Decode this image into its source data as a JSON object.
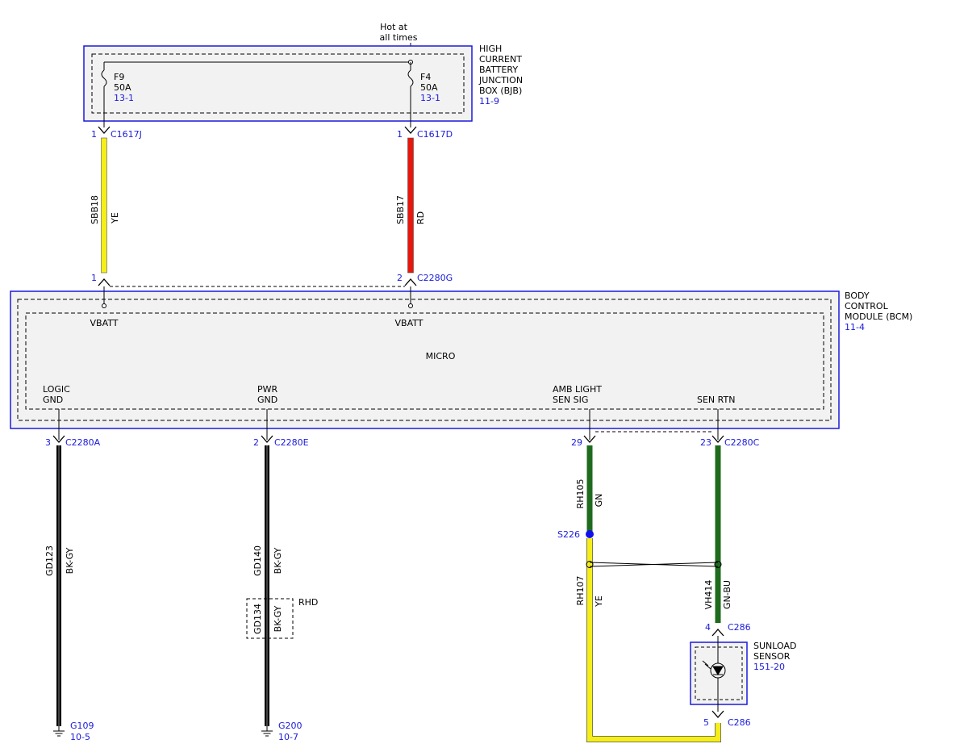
{
  "hot_at": [
    "Hot at",
    "all times"
  ],
  "bjb": {
    "label": [
      "HIGH",
      "CURRENT",
      "BATTERY",
      "JUNCTION",
      "BOX (BJB)"
    ],
    "ref": "11-9",
    "fuse_left": {
      "name": "F9",
      "rating": "50A",
      "ref": "13-1"
    },
    "fuse_right": {
      "name": "F4",
      "rating": "50A",
      "ref": "13-1"
    }
  },
  "bcm": {
    "label": [
      "BODY",
      "CONTROL",
      "MODULE (BCM)"
    ],
    "ref": "11-4",
    "micro": "MICRO",
    "vbatt_left": "VBATT",
    "vbatt_right": "VBATT",
    "pins": {
      "logic_gnd": [
        "LOGIC",
        "GND"
      ],
      "pwr_gnd": [
        "PWR",
        "GND"
      ],
      "amb_light": [
        "AMB LIGHT",
        "SEN SIG"
      ],
      "sen_rtn": "SEN RTN"
    }
  },
  "connectors": {
    "c1617j": {
      "pin": "1",
      "name": "C1617J"
    },
    "c1617d": {
      "pin": "1",
      "name": "C1617D"
    },
    "c2280g_left_pin": "1",
    "c2280g": {
      "pin": "2",
      "name": "C2280G"
    },
    "c2280a": {
      "pin": "3",
      "name": "C2280A"
    },
    "c2280e": {
      "pin": "2",
      "name": "C2280E"
    },
    "c2280c_left_pin": "29",
    "c2280c": {
      "pin": "23",
      "name": "C2280C"
    },
    "c286_top": {
      "pin": "4",
      "name": "C286"
    },
    "c286_bottom": {
      "pin": "5",
      "name": "C286"
    }
  },
  "wires": {
    "sbb18": {
      "circuit": "SBB18",
      "color": "YE"
    },
    "sbb17": {
      "circuit": "SBB17",
      "color": "RD"
    },
    "gd123": {
      "circuit": "GD123",
      "color": "BK-GY"
    },
    "gd140": {
      "circuit": "GD140",
      "color": "BK-GY"
    },
    "gd134": {
      "circuit": "GD134",
      "color": "BK-GY"
    },
    "rh105": {
      "circuit": "RH105",
      "color": "GN"
    },
    "rh107": {
      "circuit": "RH107",
      "color": "YE"
    },
    "vh414": {
      "circuit": "VH414",
      "color": "GN-BU"
    }
  },
  "rhd": "RHD",
  "splice": "S226",
  "grounds": {
    "g109": {
      "name": "G109",
      "ref": "10-5"
    },
    "g200": {
      "name": "G200",
      "ref": "10-7"
    }
  },
  "sunload": {
    "label": [
      "SUNLOAD",
      "SENSOR"
    ],
    "ref": "151-20"
  },
  "colors": {
    "yellow": "#f5ee1a",
    "red": "#e8160c",
    "green": "#1e6b1e",
    "black": "#000000",
    "module_border": "#1a1adc",
    "module_fill": "#f2f2f2",
    "ref_text": "#1a1adc",
    "splice_dot": "#1010ee"
  }
}
